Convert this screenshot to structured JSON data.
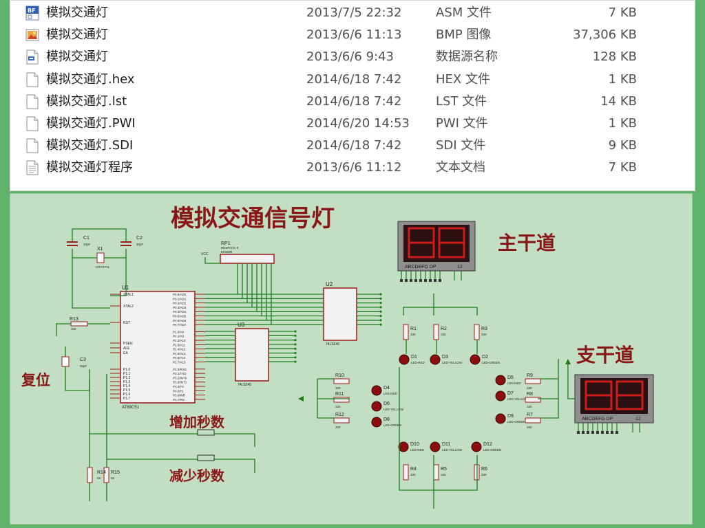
{
  "files": [
    {
      "name": "模拟交通灯",
      "date": "2013/7/5 22:32",
      "type": "ASM 文件",
      "size": "7 KB",
      "icon": "asm-file-icon",
      "icon_text": "BF"
    },
    {
      "name": "模拟交通灯",
      "date": "2013/6/6 11:13",
      "type": "BMP 图像",
      "size": "37,306 KB",
      "icon": "bmp-image-icon"
    },
    {
      "name": "模拟交通灯",
      "date": "2013/6/6 9:43",
      "type": "数据源名称",
      "size": "128 KB",
      "icon": "data-source-icon"
    },
    {
      "name": "模拟交通灯.hex",
      "date": "2014/6/18 7:42",
      "type": "HEX 文件",
      "size": "1 KB",
      "icon": "blank-file-icon"
    },
    {
      "name": "模拟交通灯.lst",
      "date": "2014/6/18 7:42",
      "type": "LST 文件",
      "size": "14 KB",
      "icon": "blank-file-icon"
    },
    {
      "name": "模拟交通灯.PWI",
      "date": "2014/6/20 14:53",
      "type": "PWI 文件",
      "size": "1 KB",
      "icon": "blank-file-icon"
    },
    {
      "name": "模拟交通灯.SDI",
      "date": "2014/6/18 7:42",
      "type": "SDI 文件",
      "size": "9 KB",
      "icon": "blank-file-icon"
    },
    {
      "name": "模拟交通灯程序",
      "date": "2013/6/6 11:12",
      "type": "文本文档",
      "size": "7 KB",
      "icon": "text-document-icon"
    }
  ],
  "schematic": {
    "title": "模拟交通信号灯",
    "main_road": "主干道",
    "branch_road": "支干道",
    "reset": "复位",
    "increase_seconds": "增加秒数",
    "decrease_seconds": "减少秒数",
    "display_label": "ABCDEFG DP",
    "display_pins": "12",
    "mcu_ref": "U1",
    "mcu_part": "AT89C51",
    "buffer_ref": "U2",
    "buffer_part": "74LS245",
    "buffer2_ref": "U3",
    "buffer2_part": "74LS245",
    "rp_ref": "RP1",
    "rp_part": "RESPACK-8",
    "rp_value": "8X330R",
    "vcc": "VCC",
    "crystal": "X1",
    "crystal_part": "CRYSTAL",
    "c1": "C1",
    "c2": "C2",
    "c3": "C3",
    "cap_value": "30pF",
    "r13": "R13",
    "r_value": "330",
    "mcu_pins_left": [
      "XTAL1",
      "XTAL2",
      "RST",
      "PSEN",
      "ALE",
      "EA",
      "P1.0",
      "P1.1",
      "P1.2",
      "P1.3",
      "P1.4",
      "P1.5",
      "P1.6",
      "P1.7"
    ],
    "mcu_pins_right": [
      "P0.0/AD0",
      "P0.1/AD1",
      "P0.2/AD2",
      "P0.3/AD3",
      "P0.4/AD4",
      "P0.5/AD5",
      "P0.6/AD6",
      "P0.7/AD7",
      "P2.0/A8",
      "P2.1/A9",
      "P2.2/A10",
      "P2.3/A11",
      "P2.4/A12",
      "P2.5/A13",
      "P2.6/A14",
      "P2.7/A15",
      "P3.0/RXD",
      "P3.1/TXD",
      "P3.2/INT0",
      "P3.3/INT1",
      "P3.4/T0",
      "P3.5/T1",
      "P3.6/WR",
      "P3.7/RD"
    ],
    "leds": [
      {
        "ref": "D1",
        "label": "LED-RED"
      },
      {
        "ref": "D3",
        "label": "LED-YELLOW"
      },
      {
        "ref": "D2",
        "label": "LED-GREEN"
      },
      {
        "ref": "D4",
        "label": "LED-RED"
      },
      {
        "ref": "D6",
        "label": "LED-YELLOW"
      },
      {
        "ref": "D8",
        "label": "LED-GREEN"
      },
      {
        "ref": "D5",
        "label": "LED-RED"
      },
      {
        "ref": "D7",
        "label": "LED-YELLOW"
      },
      {
        "ref": "D9",
        "label": "LED-GREEN"
      },
      {
        "ref": "D10",
        "label": "LED-RED"
      },
      {
        "ref": "D11",
        "label": "LED-YELLOW"
      },
      {
        "ref": "D12",
        "label": "LED-GREEN"
      }
    ],
    "resistors": [
      "R1",
      "R2",
      "R3",
      "R10",
      "R11",
      "R12",
      "R9",
      "R8",
      "R7",
      "R4",
      "R5",
      "R6",
      "R14",
      "R15"
    ],
    "res_small_value": "5K",
    "colors": {
      "title": "#8a1717",
      "wire": "#1d7a1d",
      "component": "#9c1a1a",
      "led": "#8b0e0e",
      "display_bg": "#2a1010",
      "segment": "#cc1c1c"
    }
  }
}
